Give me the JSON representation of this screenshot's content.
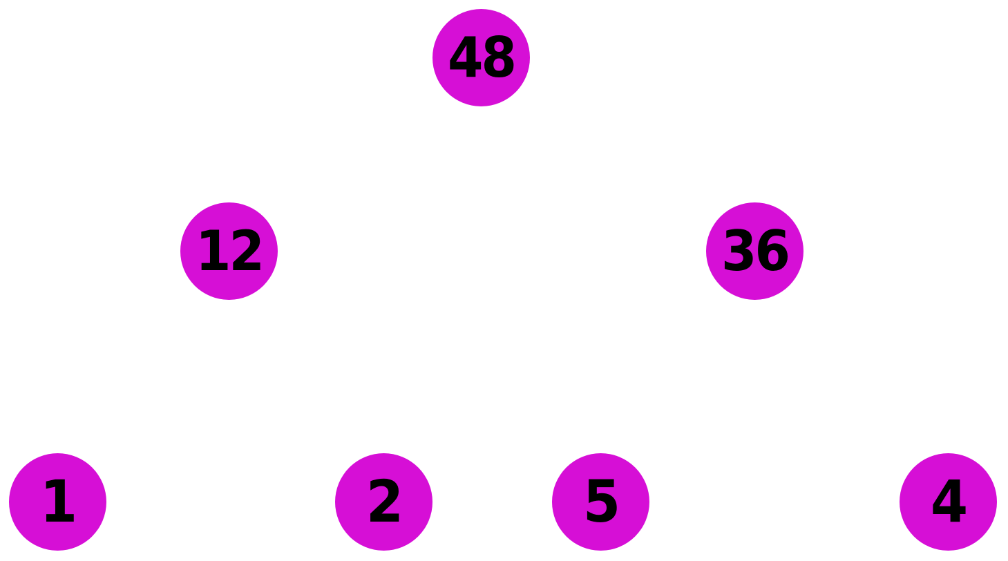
{
  "tree": {
    "root": {
      "value": "48"
    },
    "level1": [
      {
        "value": "12"
      },
      {
        "value": "36"
      }
    ],
    "leaves": [
      {
        "value": "1"
      },
      {
        "value": "2"
      },
      {
        "value": "5"
      },
      {
        "value": "4"
      }
    ]
  },
  "colors": {
    "node_fill": "#d60fd6",
    "text": "#000000",
    "background": "#ffffff"
  }
}
